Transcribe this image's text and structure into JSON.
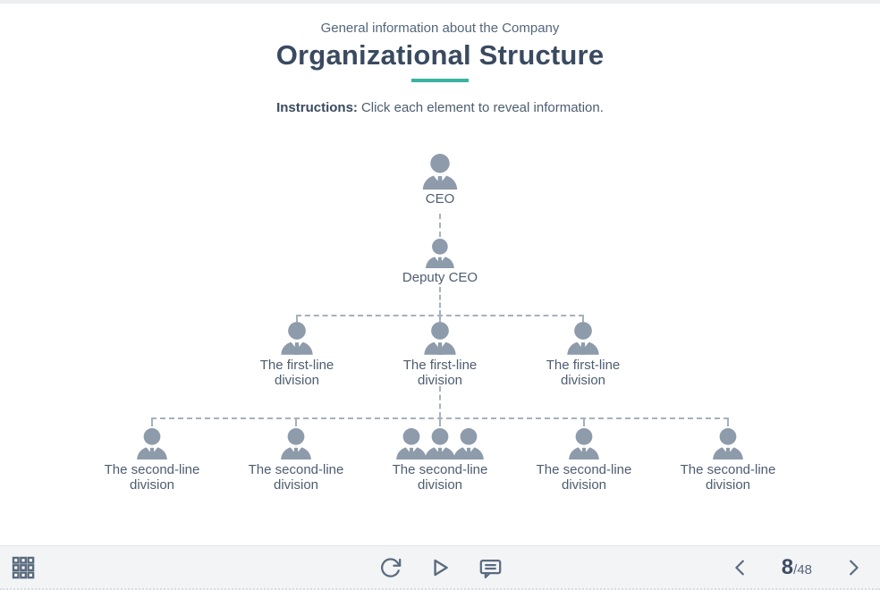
{
  "header": {
    "subtitle": "General information about the Company",
    "title": "Organizational Structure",
    "instructions_label": "Instructions:",
    "instructions_text": "Click each element to reveal information."
  },
  "org_chart": {
    "ceo": {
      "label": "CEO",
      "people": 1
    },
    "deputy_ceo": {
      "label": "Deputy CEO",
      "people": 1
    },
    "first_line": [
      {
        "label": "The first-line division",
        "people": 1
      },
      {
        "label": "The first-line division",
        "people": 1
      },
      {
        "label": "The first-line division",
        "people": 1
      }
    ],
    "second_line": [
      {
        "label": "The second-line division",
        "people": 1
      },
      {
        "label": "The second-line division",
        "people": 1
      },
      {
        "label": "The second-line division",
        "people": 3
      },
      {
        "label": "The second-line division",
        "people": 1
      },
      {
        "label": "The second-line division",
        "people": 1
      }
    ]
  },
  "player": {
    "menu_icon": "grid-menu",
    "replay_icon": "replay",
    "play_icon": "play",
    "notes_icon": "comments",
    "prev_icon": "chevron-left",
    "next_icon": "chevron-right",
    "slide_current": "8",
    "slide_divider": "/",
    "slide_total": "48"
  },
  "colors": {
    "accent": "#3bb2a2",
    "title_text": "#3a4a60",
    "body_text": "#4d5d70",
    "subtitle_text": "#55667b",
    "person_icon": "#8d9bab",
    "connector": "#a6b1be",
    "player_icon": "#5a6b7e",
    "player_bg": "#f3f4f6",
    "player_border": "#e1e4e8"
  }
}
